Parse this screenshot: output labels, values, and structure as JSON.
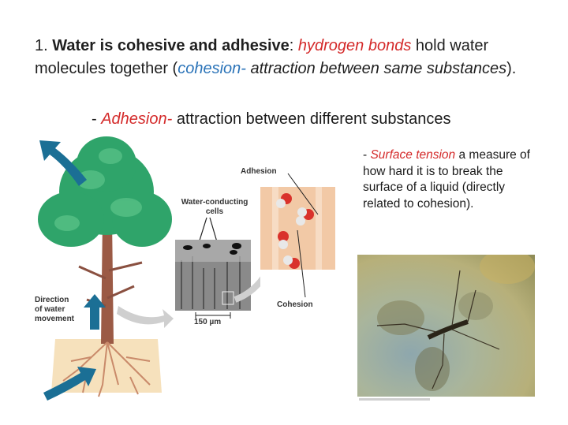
{
  "slide": {
    "heading": {
      "number": "1.",
      "bold": "Water is cohesive and adhesive",
      "colon": ":",
      "hb": "hydrogen bonds",
      "rest1": " hold water molecules together (",
      "cohesion": "cohesion-",
      "cohesion_def": " attraction between same substances",
      "end": ")."
    },
    "adhesion": {
      "dash": "- ",
      "term": "Adhesion-",
      "def": " attraction between different substances"
    },
    "surface_tension": {
      "dash": "- ",
      "term": "Surface tension",
      "def": " a measure of how hard it is to break the surface of a liquid (directly related to cohesion)."
    },
    "diagram": {
      "direction_label_1": "Direction",
      "direction_label_2": "of water",
      "direction_label_3": "movement",
      "cells_label_1": "Water-conducting",
      "cells_label_2": "cells",
      "scale_label": "150 µm",
      "adhesion_label": "Adhesion",
      "cohesion_label": "Cohesion"
    },
    "colors": {
      "accent_red": "#d42a2a",
      "accent_blue": "#2a73b8",
      "arrow_blue": "#1b6f95"
    }
  }
}
